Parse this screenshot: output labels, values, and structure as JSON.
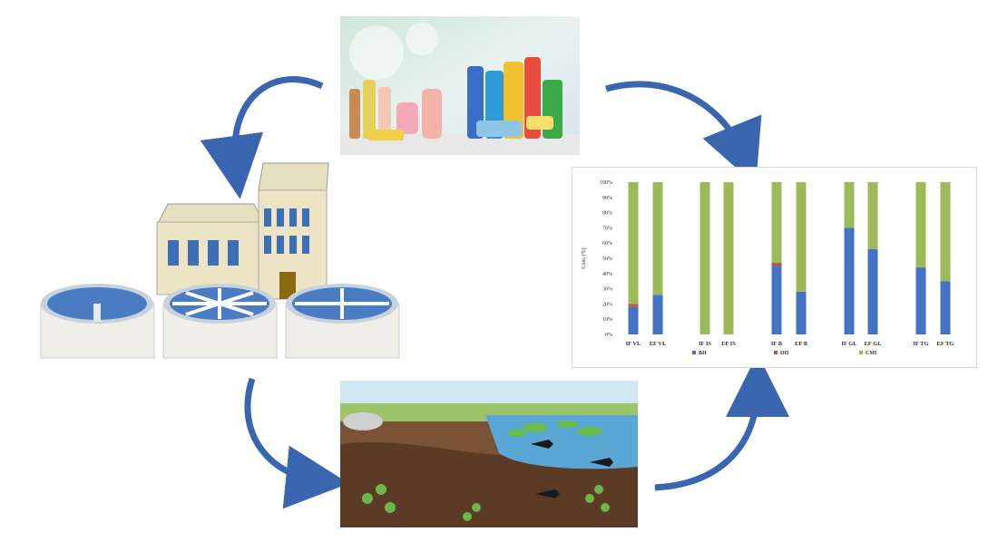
{
  "colors": {
    "arrow": "#3a66b0",
    "bii": "#4472c4",
    "oii": "#c0504d",
    "cmi": "#9bbb59"
  },
  "images": {
    "products": "cleaning-and-cosmetic-products-photo",
    "plant": "wastewater-treatment-plant-illustration",
    "pond": "aquatic-ecosystem-illustration"
  },
  "chart_data": {
    "type": "bar",
    "stacked": true,
    "ylabel": "Conc (%)",
    "ylim": [
      0,
      100
    ],
    "yticks": [
      "0%",
      "10%",
      "20%",
      "30%",
      "40%",
      "50%",
      "60%",
      "70%",
      "80%",
      "90%",
      "100%"
    ],
    "categories": [
      "IF VL",
      "EF VL",
      "IF IS",
      "EF IS",
      "IF B",
      "EF B",
      "IF GL",
      "EF GL",
      "IF TG",
      "EF TG"
    ],
    "legend_position": "bottom",
    "series": [
      {
        "name": "BII",
        "values": [
          18,
          26,
          0,
          0,
          45,
          28,
          70,
          56,
          44,
          35
        ]
      },
      {
        "name": "OII",
        "values": [
          2,
          0,
          0,
          0,
          2,
          0,
          0,
          0,
          0,
          0
        ]
      },
      {
        "name": "CMI",
        "values": [
          80,
          74,
          100,
          100,
          53,
          72,
          30,
          44,
          56,
          65
        ]
      }
    ]
  }
}
